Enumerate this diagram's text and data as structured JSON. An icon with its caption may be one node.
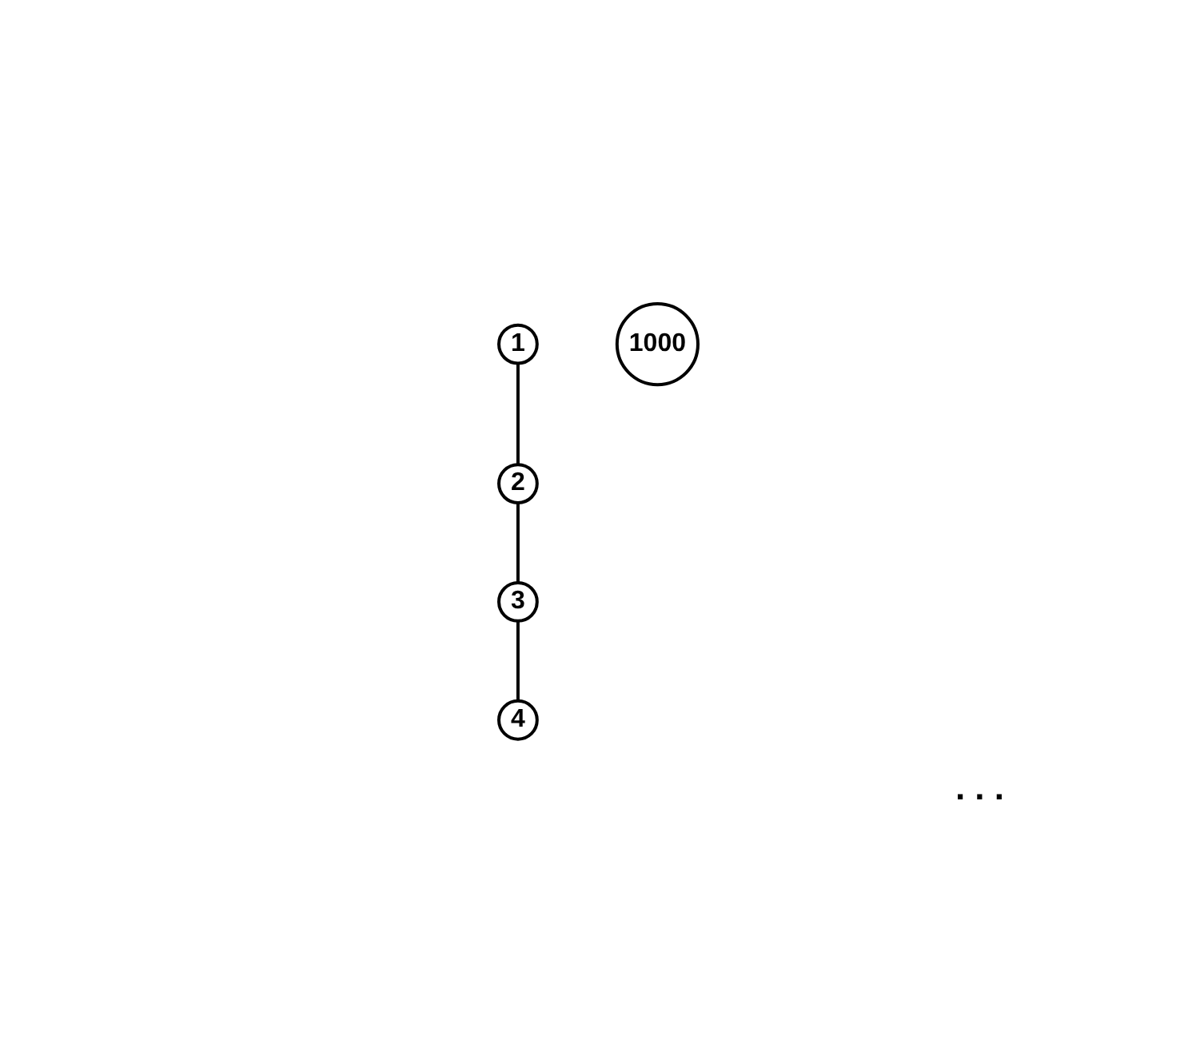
{
  "diagram": {
    "nodes": [
      {
        "text": [
          "1"
        ]
      },
      {
        "text": [
          "2"
        ]
      },
      {
        "text": [
          "3"
        ]
      },
      {
        "text": [
          "4"
        ]
      },
      {
        "text": [
          "1000"
        ]
      }
    ],
    "edges": [
      {
        "from": 0,
        "to": 1,
        "arrow": "none"
      },
      {
        "from": 1,
        "to": 2,
        "arrow": "none"
      },
      {
        "from": 2,
        "to": 3,
        "arrow": "none"
      }
    ],
    "labels": [
      ". . ."
    ]
  }
}
